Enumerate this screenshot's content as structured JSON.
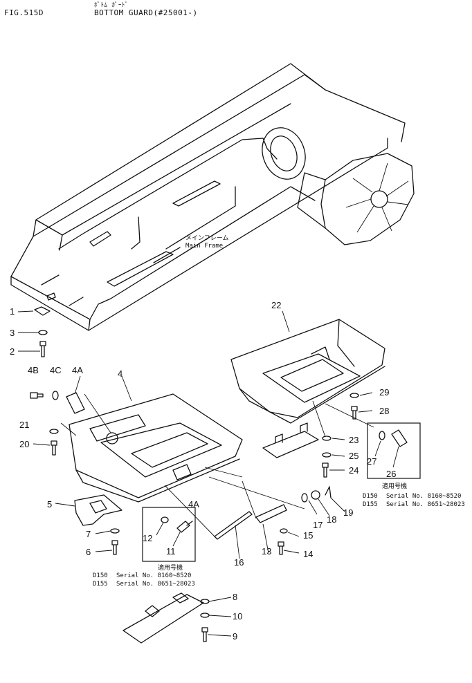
{
  "header": {
    "fig_no": "FIG.515D",
    "title_jp": "ﾎﾞﾄﾑ ｶﾞｰﾄﾞ",
    "title_en": "BOTTOM GUARD(#25001-)"
  },
  "main_frame": {
    "jp": "メインフレーム",
    "en": "Main Frame"
  },
  "callouts": [
    "1",
    "2",
    "3",
    "4",
    "4A",
    "4B",
    "4C",
    "4A",
    "5",
    "6",
    "7",
    "8",
    "9",
    "10",
    "11",
    "12",
    "13",
    "14",
    "15",
    "16",
    "17",
    "18",
    "19",
    "20",
    "21",
    "22",
    "23",
    "24",
    "25",
    "26",
    "27",
    "28",
    "29"
  ],
  "serial_box_1": {
    "jp": "適用号機",
    "rows": [
      {
        "model": "D150",
        "text": "Serial  No.  8160~8520"
      },
      {
        "model": "D155",
        "text": "Serial  No.  8651~28023"
      }
    ]
  },
  "serial_box_2": {
    "jp": "適用号機",
    "rows": [
      {
        "model": "D150",
        "text": "Serial  No.  8160~8520"
      },
      {
        "model": "D155",
        "text": "Serial  No.  8651~28023"
      }
    ]
  }
}
